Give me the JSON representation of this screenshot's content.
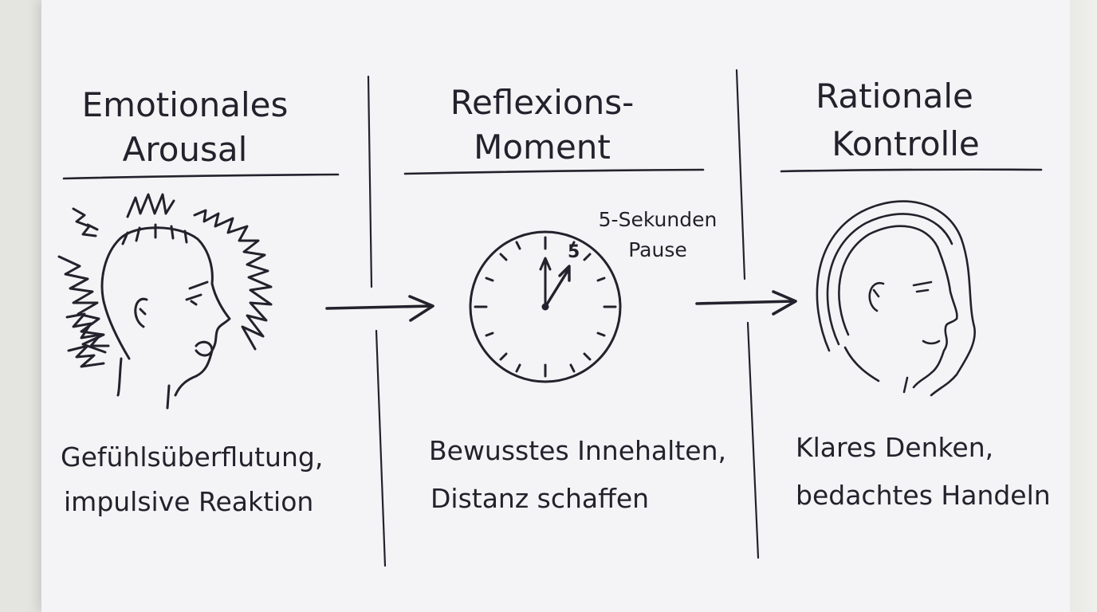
{
  "panels": [
    {
      "title": "Emotionales Arousal",
      "caption_line1": "Gefühlsüberflutung,",
      "caption_line2": "impulsive Reaktion"
    },
    {
      "title_line1": "Reflexions-",
      "title_line2": "Moment",
      "note_line1": "5-Sekunden",
      "note_line2": "Pause",
      "clock_mark": "5",
      "caption_line1": "Bewusstes Innehalten,",
      "caption_line2": "Distanz schaffen"
    },
    {
      "title_line1": "Rationale",
      "title_line2": "Kontrolle",
      "caption_line1": "Klares Denken,",
      "caption_line2": "bedachtes Handeln"
    }
  ],
  "colors": {
    "ink": "#23222c",
    "paper": "#f4f4f6",
    "background": "#e4e4e1"
  },
  "icons": [
    "agitated-face-icon",
    "clock-icon",
    "calm-face-icon",
    "arrow-right-icon"
  ]
}
